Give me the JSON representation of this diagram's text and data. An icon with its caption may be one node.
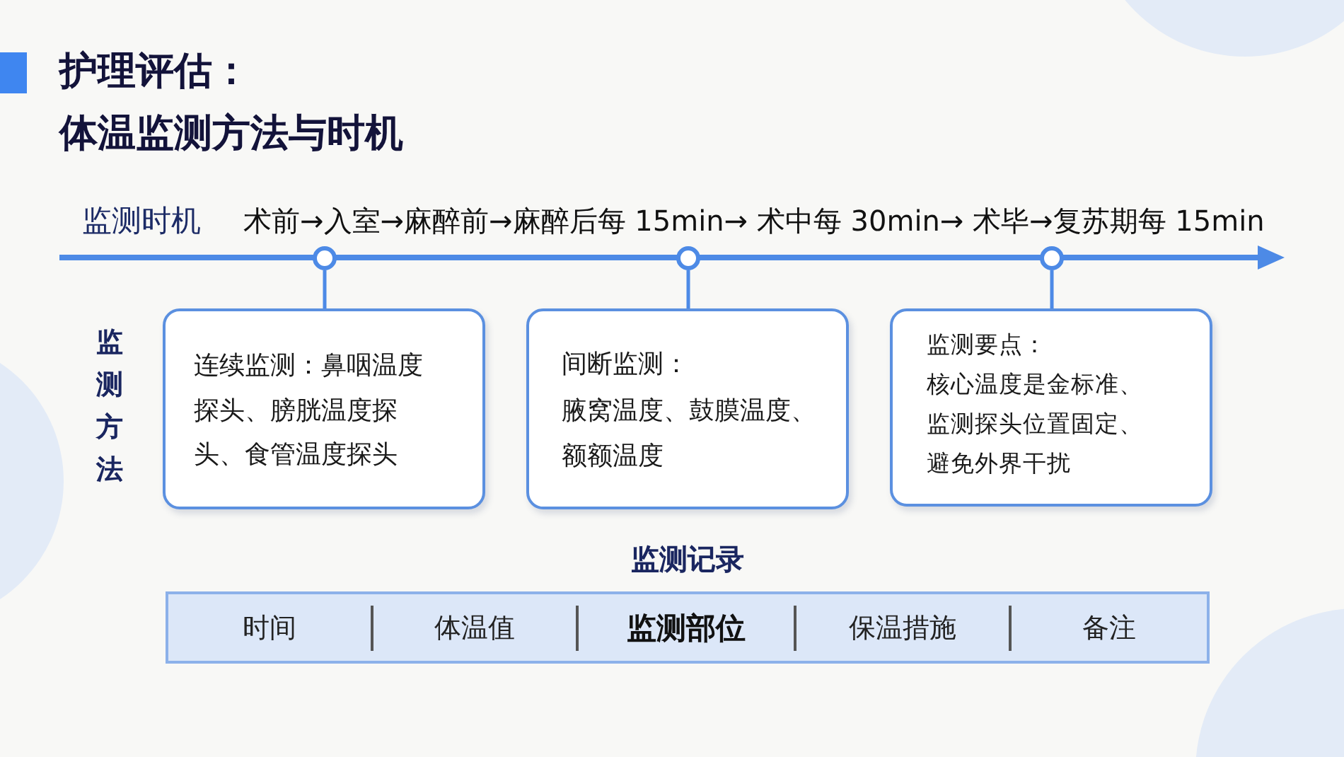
{
  "diagram": {
    "title": "护理评估：体温监测方法与时机",
    "nodes": [
      {
        "text": [],
        "shape": "circle"
      },
      {
        "text": [],
        "shape": "circle"
      },
      {
        "text": [],
        "shape": "circle"
      },
      {
        "text": [
          "连续监测：鼻咽温度探头、膀胱温度探头、食管温度探头"
        ]
      },
      {
        "text": [
          "间断监测：",
          "腋窝温度、鼓膜温度、额额温度"
        ]
      },
      {
        "text": [
          "监测要点：",
          "核心温度是金标准、监测探头位置固定、避免外界干扰"
        ]
      },
      {
        "text": [
          "监测记录",
          "时间",
          "体温值",
          "监测部位",
          "保温措施",
          "备注"
        ]
      }
    ],
    "edges": [
      {
        "from": 0,
        "to": 3,
        "arrow": "none"
      },
      {
        "from": 1,
        "to": 4,
        "arrow": "none"
      },
      {
        "from": 2,
        "to": 5,
        "arrow": "none"
      }
    ],
    "labels": [
      "监测时机",
      "术前→入室→麻醉前→麻醉后每 15min→ 术中每 30min→ 术毕→复苏期每 15min",
      "监测方法"
    ]
  }
}
